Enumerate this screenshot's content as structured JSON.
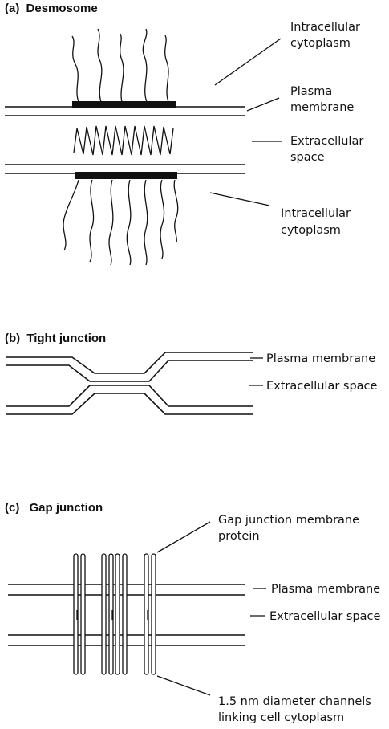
{
  "panel_a": {
    "tag": "(a)",
    "title": "Desmosome",
    "labels": {
      "intracellular_top_1": "Intracellular",
      "intracellular_top_2": "cytoplasm",
      "plasma_1": "Plasma",
      "plasma_2": "membrane",
      "extracellular_1": "Extracellular",
      "extracellular_2": "space",
      "intracellular_bottom_1": "Intracellular",
      "intracellular_bottom_2": "cytoplasm"
    }
  },
  "panel_b": {
    "tag": "(b)",
    "title": "Tight junction",
    "labels": {
      "plasma": "Plasma membrane",
      "extracellular": "Extracellular space"
    }
  },
  "panel_c": {
    "tag": "(c)",
    "title": "Gap junction",
    "labels": {
      "protein_1": "Gap junction membrane",
      "protein_2": "protein",
      "plasma": "Plasma membrane",
      "extracellular": "Extracellular space",
      "channels_1": "1.5 nm diameter channels",
      "channels_2": "linking cell cytoplasm"
    }
  }
}
